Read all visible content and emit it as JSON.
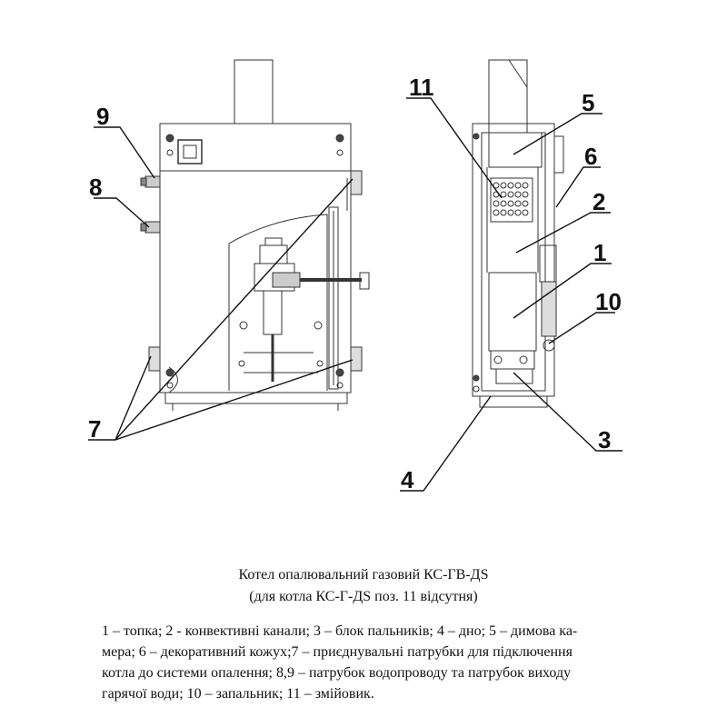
{
  "callouts": {
    "c1": "1",
    "c2": "2",
    "c3": "3",
    "c4": "4",
    "c5": "5",
    "c6": "6",
    "c7": "7",
    "c8": "8",
    "c9": "9",
    "c10": "10",
    "c11": "11"
  },
  "caption": {
    "title": "Котел опалювальний газовий КС-ГВ-ДS",
    "subtitle": "(для котла КС-Г-ДS поз. 11  відсутня)"
  },
  "legend": {
    "line1": "1 – топка; 2 - конвективні канали; 3 – блок пальників; 4 – дно; 5 – димова ка-",
    "line2": "мера; 6 – декоративний кожух;7 – приєднувальні патрубки для підключення",
    "line3": "котла до системи опалення; 8,9 – патрубок водопроводу та патрубок виходу",
    "line4": "гарячої води; 10 – запальник; 11 – змійовик."
  }
}
